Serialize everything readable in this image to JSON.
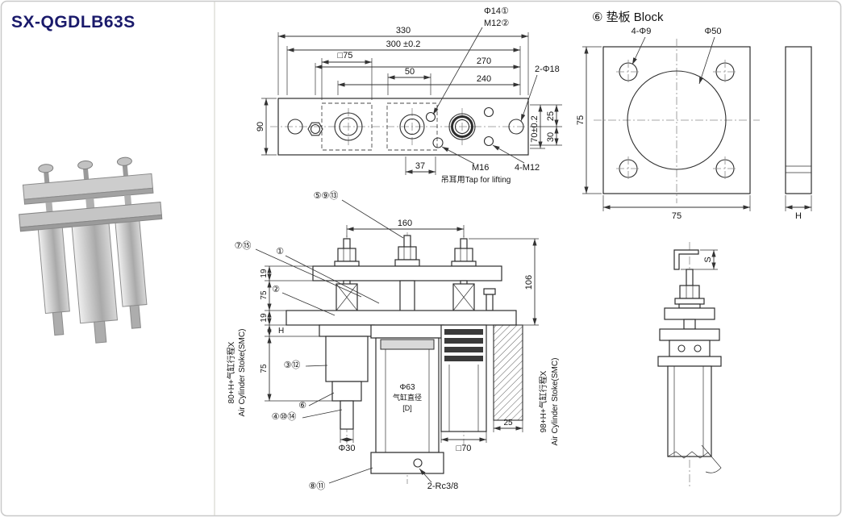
{
  "page": {
    "title": "SX-QGDLB63S"
  },
  "top_view": {
    "dim_330": "330",
    "dim_300": "300 ±0.2",
    "dim_sq75": "□75",
    "dim_50": "50",
    "dim_270": "270",
    "dim_240": "240",
    "dim_90": "90",
    "dim_37": "37",
    "dim_25": "25",
    "dim_30": "30",
    "dim_70": "70±0.2",
    "label_phi14": "Φ14①",
    "label_m12": "M12②",
    "label_2phi18": "2-Φ18",
    "label_m16": "M16",
    "label_4m12": "4-M12",
    "note_lifting": "吊耳用Tap for lifting"
  },
  "front_view": {
    "dim_160": "160",
    "dim_106": "106",
    "dim_19_a": "19",
    "dim_75_a": "75",
    "dim_19_b": "19",
    "dim_h": "H",
    "dim_75_b": "75",
    "dim_phi30": "Φ30",
    "dim_sq70": "□70",
    "dim_25": "25",
    "label_phi63": "Φ63",
    "label_bore": "气缸直径",
    "label_d": "[D]",
    "label_2rc": "2-Rc3/8",
    "callout_top": "⑤⑨⑬",
    "callout_715": "⑦⑮",
    "callout_1": "①",
    "callout_2": "②",
    "callout_312": "③⑫",
    "callout_6": "⑥",
    "callout_41014": "④⑩⑭",
    "callout_811": "⑧⑪",
    "note_left_cn": "80+H+气缸行程X",
    "note_left_en": "Air Cylinder Stoke(SMC)",
    "note_right_cn": "98+H+气缸行程X",
    "note_right_en": "Air Cylinder Stoke(SMC)"
  },
  "block_view": {
    "title": "⑥ 垫板 Block",
    "dim_4phi9": "4-Φ9",
    "dim_phi50": "Φ50",
    "dim_75_left": "75",
    "dim_75_bottom": "75",
    "dim_h": "H"
  },
  "side_view": {
    "dim_s": "S"
  }
}
